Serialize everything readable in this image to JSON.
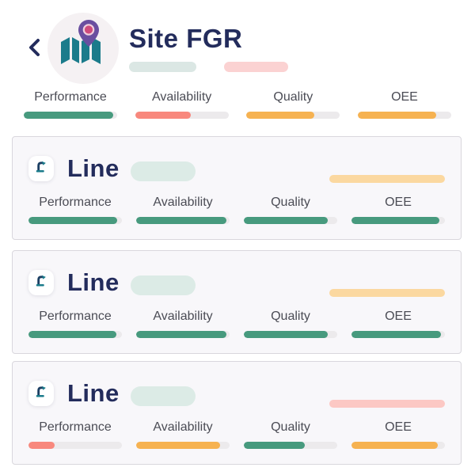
{
  "colors": {
    "navy": "#232c5c",
    "label_grey": "#4b4c55",
    "track_grey": "#eceaec",
    "teal": "#479a7e",
    "red": "#f8887d",
    "orange": "#f6b251",
    "skeleton_teal": "#dbe7e4",
    "skeleton_pink": "#fbd2d2",
    "card_skeleton_teal": "#dcebe6",
    "pill_light_orange": "#fbd8a0",
    "pill_light_pink": "#fcc8c4",
    "card_bg": "#f8f7fa",
    "card_border": "#d9d7dd"
  },
  "header": {
    "back_icon": "chevron-left",
    "site_icon": "map-with-pin",
    "title": "Site FGR",
    "metrics": [
      {
        "label": "Performance",
        "value": 96,
        "color": "#479a7e"
      },
      {
        "label": "Availability",
        "value": 60,
        "color": "#f8887d"
      },
      {
        "label": "Quality",
        "value": 73,
        "color": "#f6b251"
      },
      {
        "label": "OEE",
        "value": 84,
        "color": "#f6b251"
      }
    ]
  },
  "cards": [
    {
      "title": "Line",
      "icon": "robot-arm",
      "title_skeleton_color": "#dcebe6",
      "status_pill_color": "#fbd8a0",
      "metrics": [
        {
          "label": "Performance",
          "value": 95,
          "color": "#479a7e"
        },
        {
          "label": "Availability",
          "value": 97,
          "color": "#479a7e"
        },
        {
          "label": "Quality",
          "value": 90,
          "color": "#479a7e"
        },
        {
          "label": "OEE",
          "value": 94,
          "color": "#479a7e"
        }
      ]
    },
    {
      "title": "Line",
      "icon": "robot-arm",
      "title_skeleton_color": "#dcebe6",
      "status_pill_color": "#fbd8a0",
      "metrics": [
        {
          "label": "Performance",
          "value": 94,
          "color": "#479a7e"
        },
        {
          "label": "Availability",
          "value": 97,
          "color": "#479a7e"
        },
        {
          "label": "Quality",
          "value": 90,
          "color": "#479a7e"
        },
        {
          "label": "OEE",
          "value": 96,
          "color": "#479a7e"
        }
      ]
    },
    {
      "title": "Line",
      "icon": "robot-arm",
      "title_skeleton_color": "#dcebe6",
      "status_pill_color": "#fcc8c4",
      "metrics": [
        {
          "label": "Performance",
          "value": 28,
          "color": "#f8887d"
        },
        {
          "label": "Availability",
          "value": 90,
          "color": "#f6b251"
        },
        {
          "label": "Quality",
          "value": 65,
          "color": "#479a7e"
        },
        {
          "label": "OEE",
          "value": 92,
          "color": "#f6b251"
        }
      ]
    }
  ]
}
